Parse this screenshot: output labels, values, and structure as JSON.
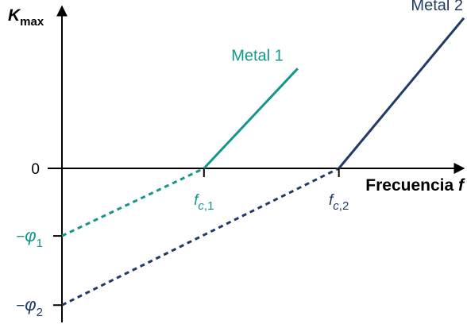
{
  "colors": {
    "metal1": "#14968c",
    "metal2": "#1f3b66",
    "axis": "#000000"
  },
  "chart_data": {
    "type": "line",
    "title": "",
    "xlabel": "Frecuencia",
    "xlabel_symbol": "f",
    "ylabel_symbol": "K",
    "ylabel_subscript": "max",
    "y_zero_label": "0",
    "xlim": [
      0,
      2.83
    ],
    "ylim": [
      -1.35,
      1.45
    ],
    "grid": false,
    "legend": "none",
    "series": [
      {
        "name": "Metal 1",
        "color_key": "metal1",
        "x_threshold": 1.0,
        "threshold_label": {
          "symbol": "f",
          "subscript": "c,1"
        },
        "intercept_label": {
          "symbol": "φ",
          "subscript": "1",
          "sign": "−"
        },
        "intercept_y": -0.7,
        "x": [
          0,
          1.0,
          1.66
        ],
        "y": [
          -0.7,
          0,
          0.93
        ]
      },
      {
        "name": "Metal 2",
        "color_key": "metal2",
        "x_threshold": 1.95,
        "threshold_label": {
          "symbol": "f",
          "subscript": "c,2"
        },
        "intercept_label": {
          "symbol": "φ",
          "subscript": "2",
          "sign": "−"
        },
        "intercept_y": -1.4,
        "x": [
          0,
          1.95,
          2.83
        ],
        "y": [
          -1.4,
          0,
          1.4
        ]
      }
    ]
  }
}
